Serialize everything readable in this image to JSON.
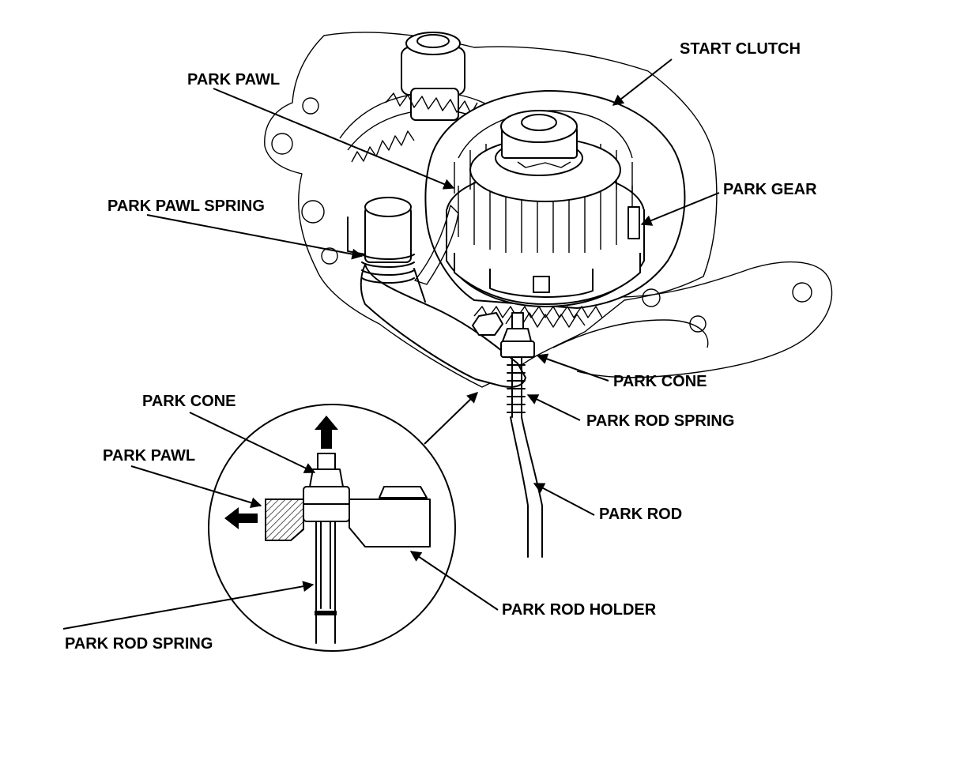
{
  "labels": {
    "start_clutch": "START CLUTCH",
    "park_pawl": "PARK PAWL",
    "park_gear": "PARK GEAR",
    "park_pawl_spring": "PARK PAWL SPRING",
    "park_cone": "PARK CONE",
    "park_rod_spring": "PARK ROD SPRING",
    "park_rod": "PARK ROD",
    "detail_park_cone": "PARK CONE",
    "detail_park_pawl": "PARK PAWL",
    "detail_park_rod_holder": "PARK ROD HOLDER",
    "detail_park_rod_spring": "PARK ROD SPRING"
  },
  "colors": {
    "ink": "#000000",
    "paper": "#ffffff"
  }
}
